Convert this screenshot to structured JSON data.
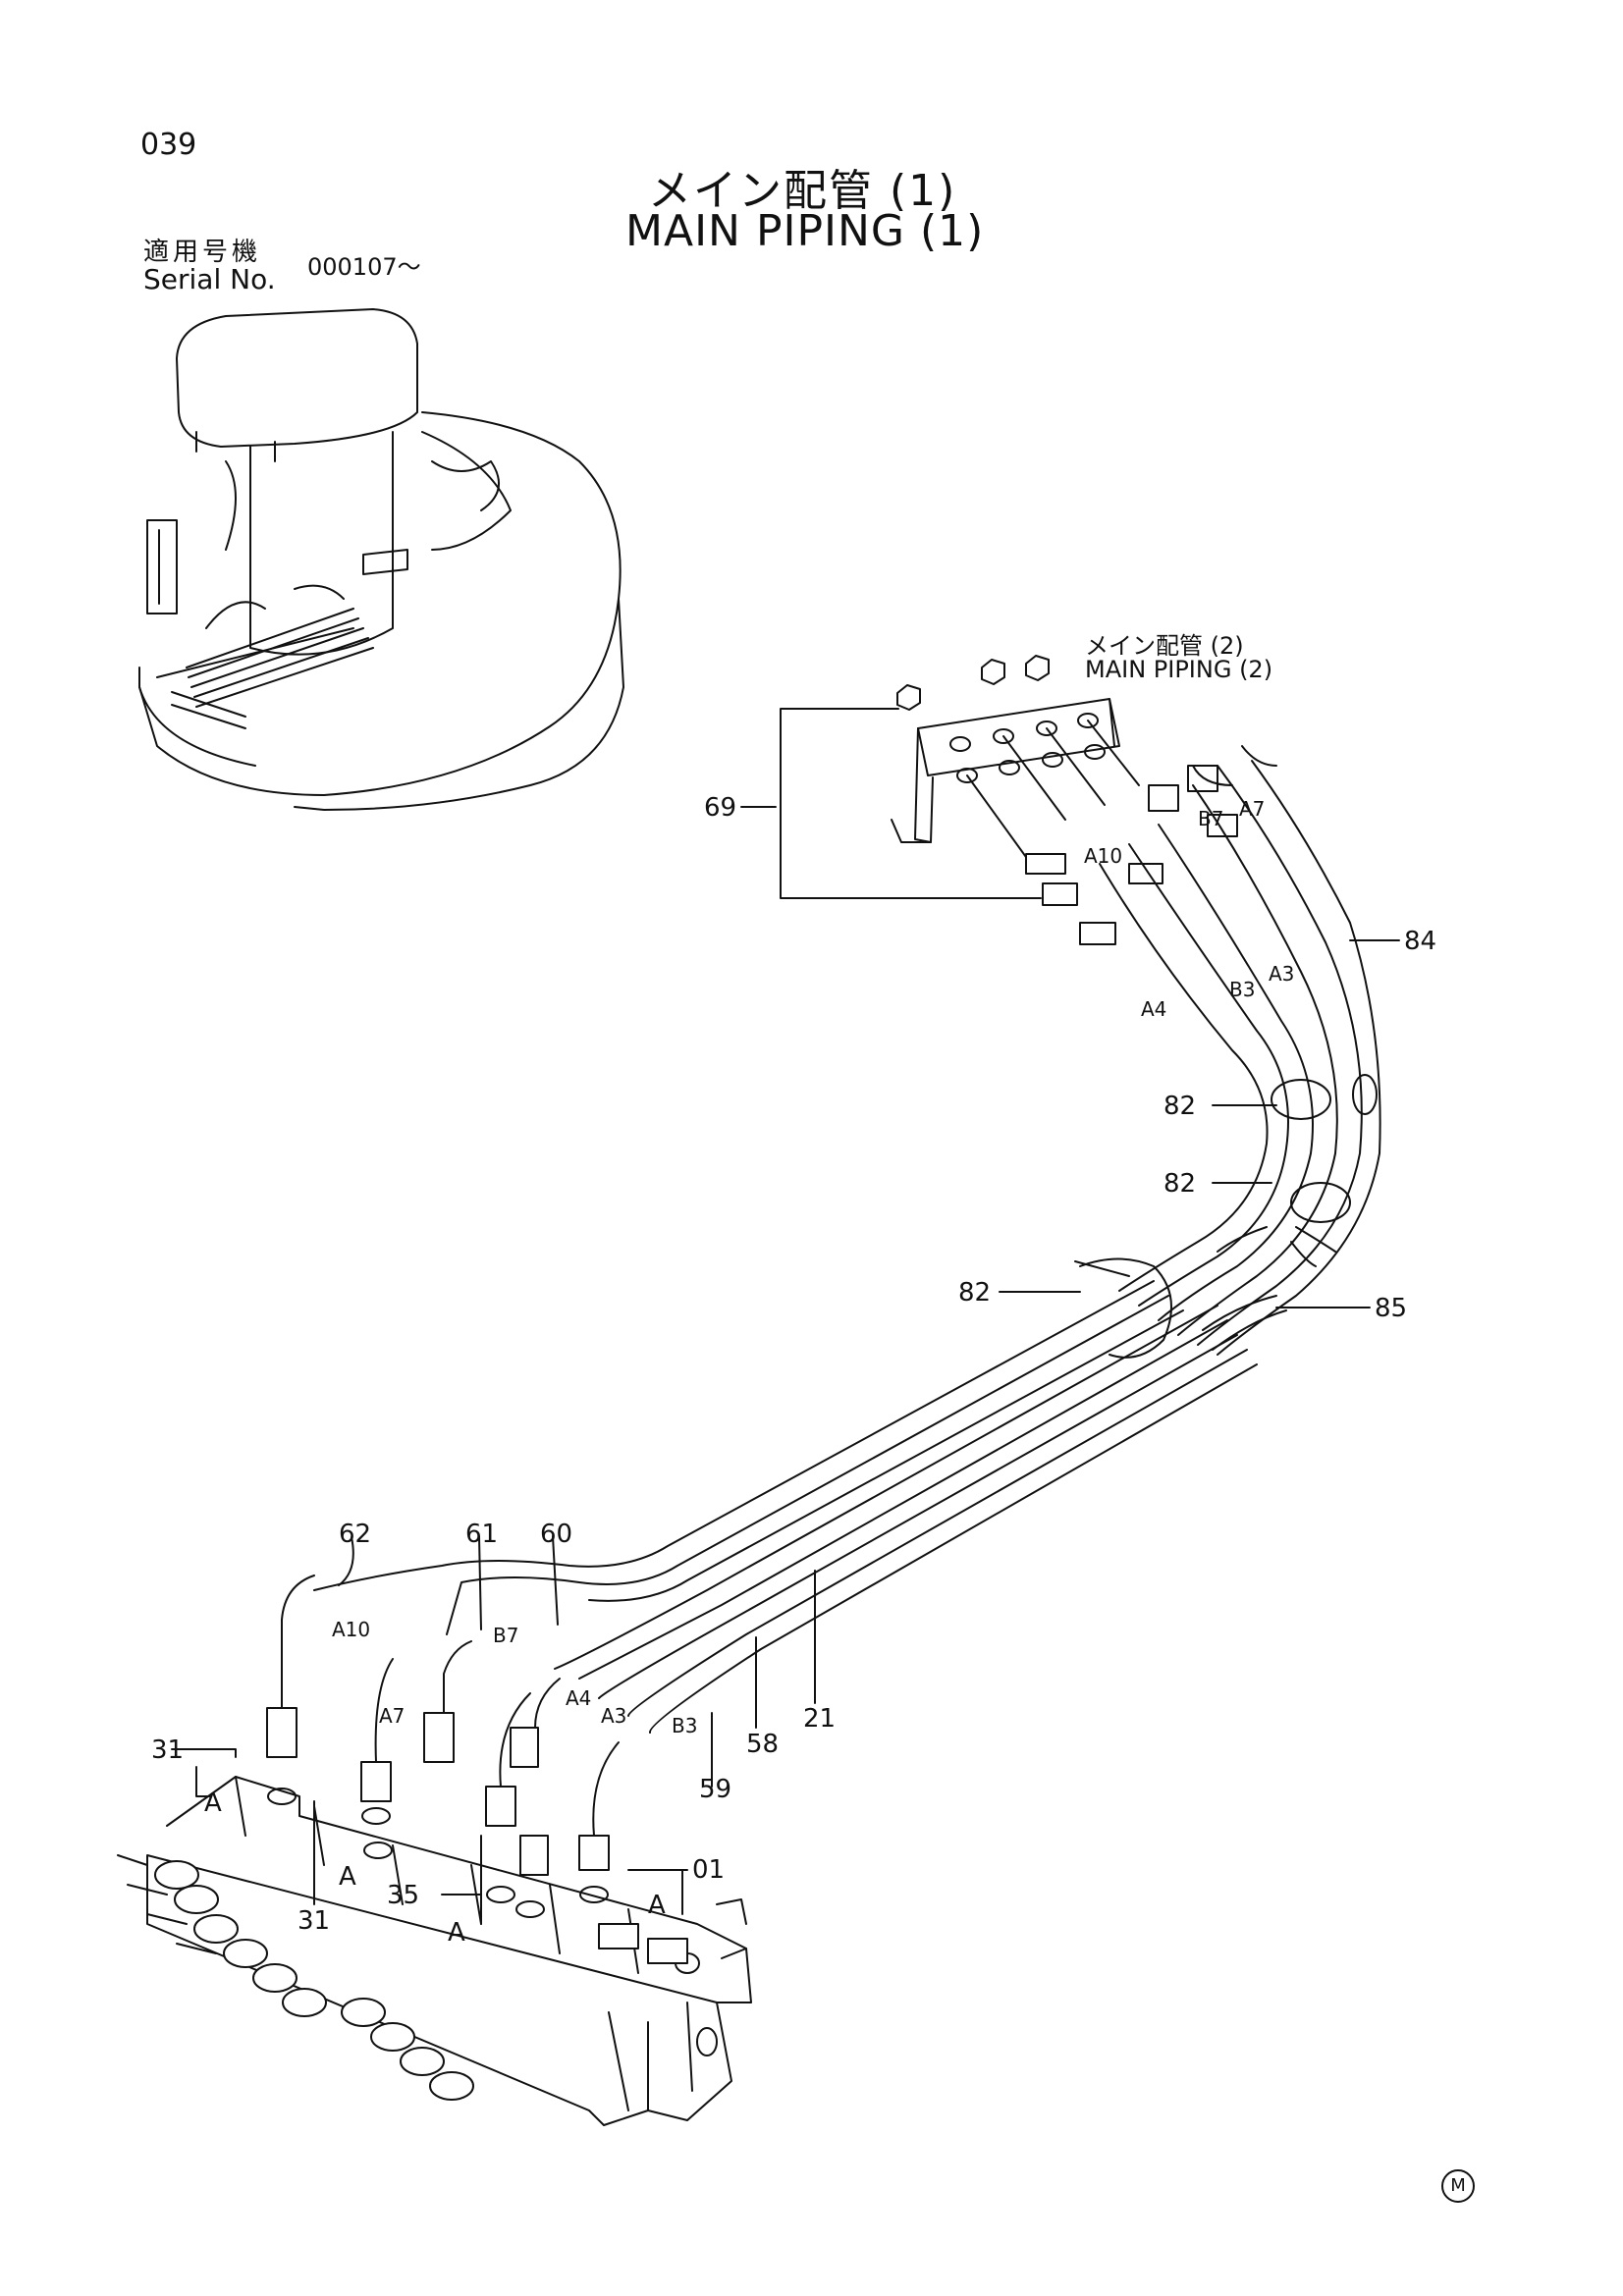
{
  "page_number": "039",
  "title_jp": "メイン配管 (1)",
  "title_en": "MAIN PIPING (1)",
  "serial": {
    "label_jp": "適用号機",
    "label_en": "Serial No.",
    "value": "000107～"
  },
  "reference": {
    "label_jp": "メイン配管 (2)",
    "label_en": "MAIN PIPING (2)"
  },
  "callouts": [
    "69",
    "84",
    "82",
    "82",
    "82",
    "85",
    "62",
    "61",
    "60",
    "21",
    "58",
    "59",
    "31",
    "31",
    "35",
    "01"
  ],
  "hose_labels": [
    "B7",
    "A7",
    "A10",
    "B3",
    "A3",
    "A4",
    "A10",
    "B7",
    "A7",
    "A4",
    "A3",
    "B3"
  ],
  "view_marks": [
    "A",
    "A",
    "A",
    "A"
  ],
  "footer_mark": "M"
}
